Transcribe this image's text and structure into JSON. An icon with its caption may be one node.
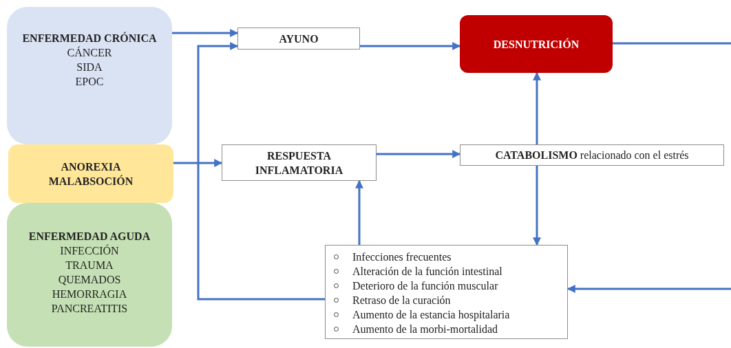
{
  "diagram": {
    "nodes": [
      {
        "text": [
          "ENFERMEDAD CRÓNICA",
          "CÁNCER",
          "SIDA",
          "EPOC"
        ]
      },
      {
        "text": [
          "ANOREXIA MALABSOCIÓN"
        ]
      },
      {
        "text": [
          "ENFERMEDAD AGUDA",
          "INFECCIÓN",
          "TRAUMA",
          "QUEMADOS",
          "HEMORRAGIA",
          "PANCREATITIS"
        ]
      },
      {
        "text": [
          "AYUNO"
        ]
      },
      {
        "text": [
          "DESNUTRICIÓN"
        ]
      },
      {
        "text": [
          "RESPUESTA INFLAMATORIA"
        ]
      },
      {
        "text": [
          "**CATABOLISMO** relacionado con el estrés"
        ]
      },
      {
        "text": [
          "Infecciones frecuentes",
          "Alteración de la función intestinal",
          "Deterioro de la función muscular",
          "Retraso de la curación",
          "Aumento de la estancia hospitalaria",
          "Aumento de la morbi-mortalidad"
        ]
      }
    ],
    "edges": [
      {
        "from": 0,
        "to": 3,
        "arrow": "to"
      },
      {
        "from": 7,
        "to": 3,
        "arrow": "to"
      },
      {
        "from": 3,
        "to": 4,
        "arrow": "to"
      },
      {
        "from": 4,
        "to": null,
        "arrow": "none"
      },
      {
        "from": null,
        "to": 7,
        "arrow": "to"
      },
      {
        "from": 1,
        "to": 5,
        "arrow": "to"
      },
      {
        "from": 5,
        "to": 6,
        "arrow": "to"
      },
      {
        "from": 6,
        "to": 4,
        "arrow": "to"
      },
      {
        "from": 6,
        "to": 7,
        "arrow": "to"
      },
      {
        "from": 7,
        "to": 5,
        "arrow": "to"
      }
    ]
  }
}
